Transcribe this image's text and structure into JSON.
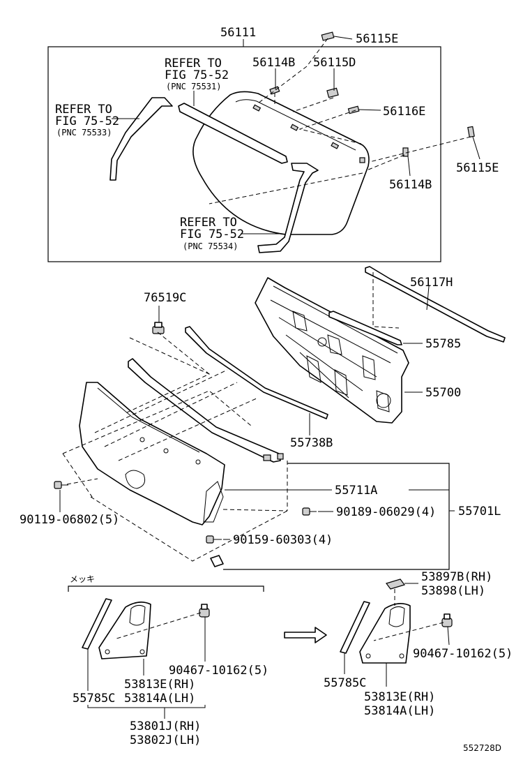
{
  "diagram": {
    "labels": {
      "p56111": "56111",
      "p56115E_top": "56115E",
      "p56114B_top": "56114B",
      "p56115D": "56115D",
      "p56116E": "56116E",
      "p56115E_right": "56115E",
      "p56114B_right": "56114B",
      "ref1_line1": "REFER TO",
      "ref1_line2": "FIG 75-52",
      "ref1_line3": "(PNC 75531)",
      "ref2_line1": "REFER TO",
      "ref2_line2": "FIG 75-52",
      "ref2_line3": "(PNC 75533)",
      "ref3_line1": "REFER TO",
      "ref3_line2": "FIG 75-52",
      "ref3_line3": "(PNC 75534)",
      "p56117H": "56117H",
      "p76519C": "76519C",
      "p55785": "55785",
      "p55700": "55700",
      "p55738B": "55738B",
      "p55711A": "55711A",
      "p55701L": "55701L",
      "p90119": "90119-06802(5)",
      "p90189": "90189-06029(4)",
      "p90159": "90159-60303(4)",
      "mekki": "メッキ",
      "p90467_left": "90467-10162(5)",
      "p53813E_left": "53813E(RH)",
      "p53814A_left": "53814A(LH)",
      "p55785C_left": "55785C",
      "p53801J": "53801J(RH)",
      "p53802J": "53802J(LH)",
      "p53897B": "53897B(RH)",
      "p53898": "53898(LH)",
      "p90467_right": "90467-10162(5)",
      "p55785C_right": "55785C",
      "p53813E_right": "53813E(RH)",
      "p53814A_right": "53814A(LH)",
      "figure_code": "552728D"
    },
    "icons": [
      "arrow-right-icon"
    ]
  }
}
